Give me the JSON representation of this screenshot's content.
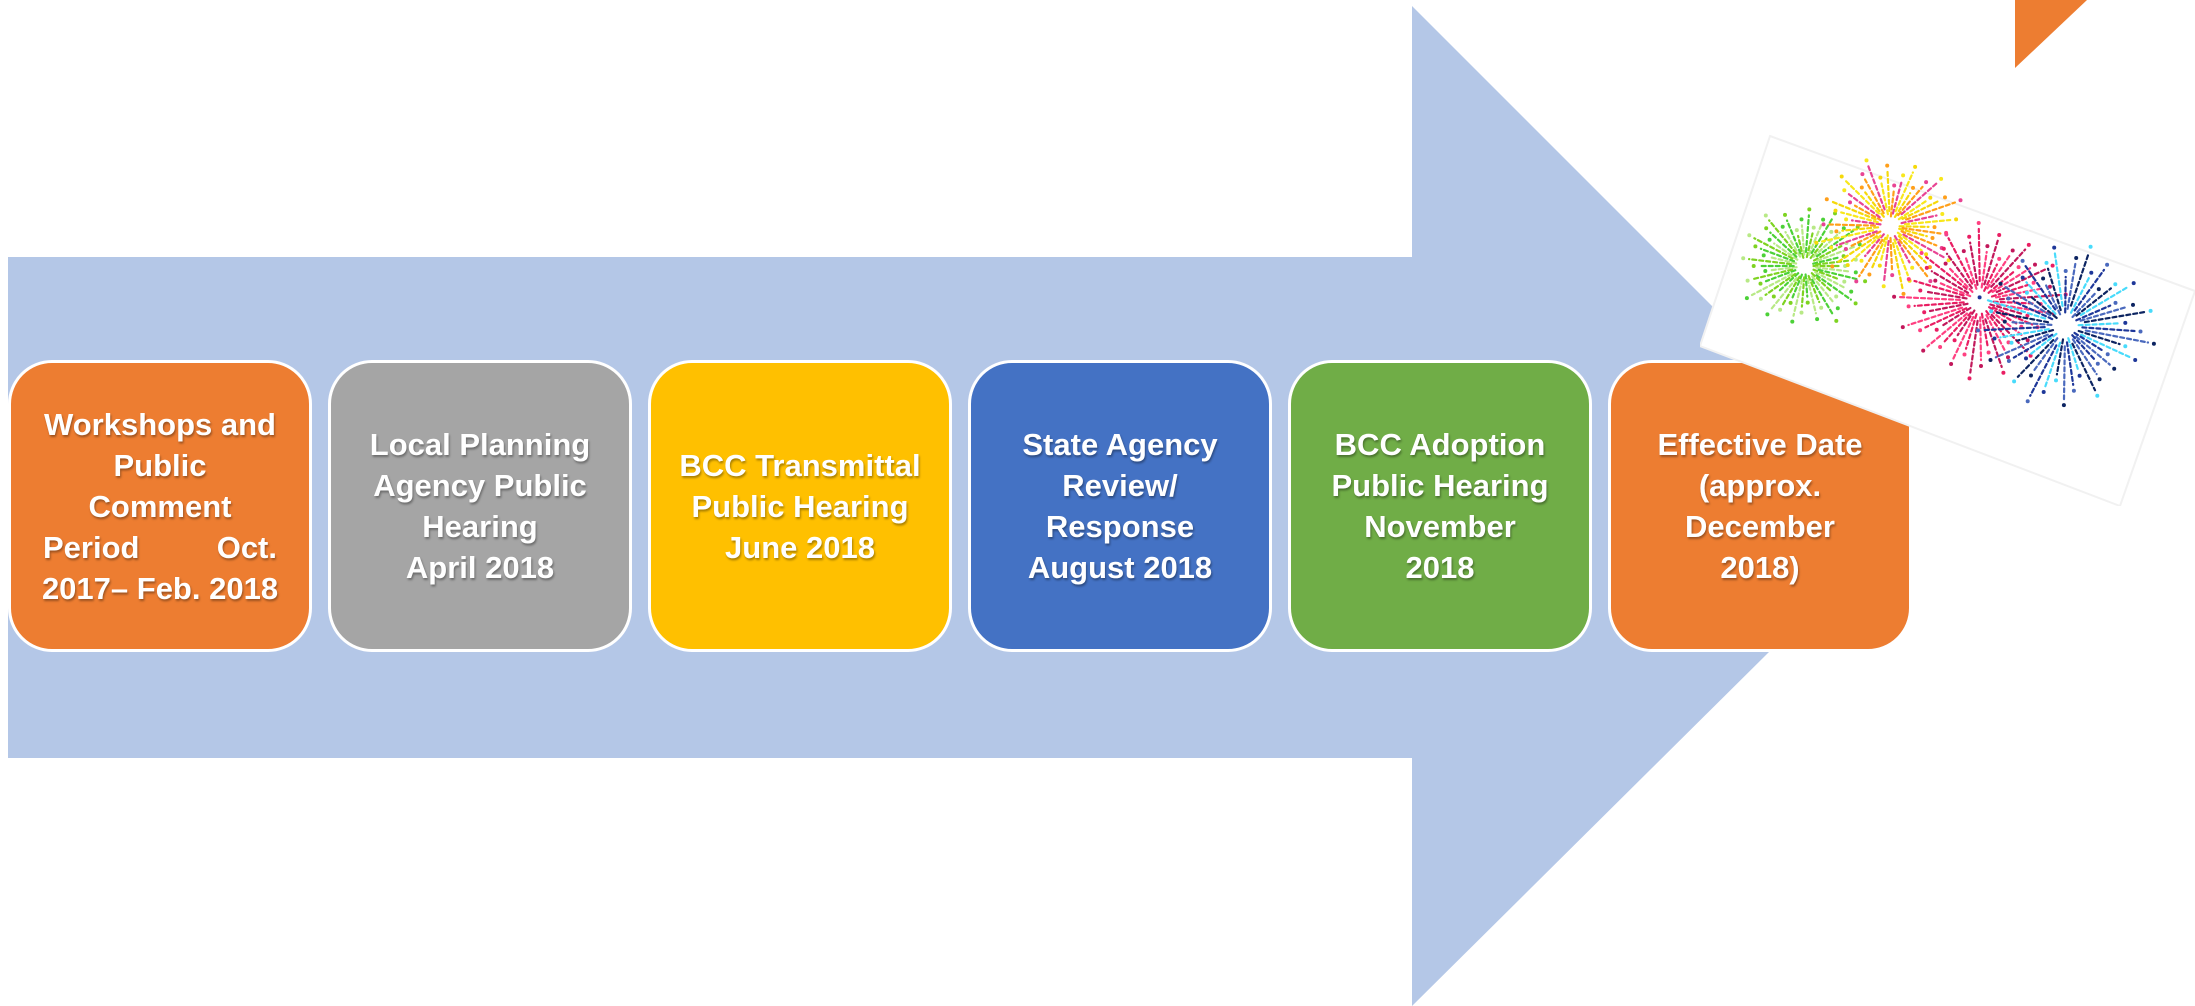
{
  "colors": {
    "arrow": "#b4c7e7",
    "orange": "#ed7d31",
    "gray": "#a5a5a5",
    "yellow": "#ffc000",
    "blue": "#4472c4",
    "green": "#70ad47",
    "box_border": "#ffffff",
    "text": "#ffffff"
  },
  "steps": [
    {
      "color": "#ed7d31",
      "lines": [
        "Workshops and",
        "Public",
        "Comment"
      ],
      "justified_line": [
        "Period",
        "Oct."
      ],
      "last_line": "2017– Feb. 2018"
    },
    {
      "color": "#a5a5a5",
      "lines": [
        "Local Planning",
        "Agency Public",
        "Hearing",
        "April 2018"
      ]
    },
    {
      "color": "#ffc000",
      "lines": [
        "BCC Transmittal",
        "Public Hearing",
        "June 2018"
      ]
    },
    {
      "color": "#4472c4",
      "lines": [
        "State Agency",
        "Review/",
        "Response",
        "August 2018"
      ]
    },
    {
      "color": "#70ad47",
      "lines": [
        "BCC Adoption",
        "Public Hearing",
        "November",
        "2018"
      ]
    },
    {
      "color": "#ed7d31",
      "lines": [
        "Effective Date",
        "(approx.",
        "December",
        "2018)"
      ]
    }
  ],
  "decorations": {
    "fireworks_image": "fireworks-illustration",
    "corner_accent": "orange-triangle"
  }
}
